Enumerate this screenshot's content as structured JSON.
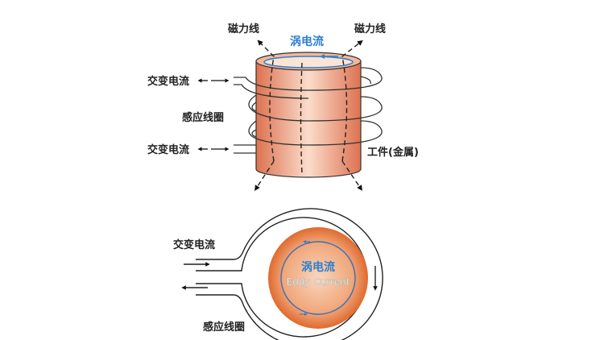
{
  "top_diagram": {
    "magnetic_line_left": "磁力线",
    "magnetic_line_right": "磁力线",
    "eddy_current": "涡电流",
    "ac_current_top": "交变电流",
    "induction_coil": "感应线圈",
    "ac_current_bottom": "交变电流",
    "workpiece": "工件(金属)"
  },
  "bottom_diagram": {
    "ac_current": "交变电流",
    "eddy_current_cn": "涡电流",
    "eddy_current_en": "Eddy Current",
    "induction_coil": "感应线圈"
  },
  "colors": {
    "copper": "#e8845a",
    "copper_light": "#f8d2bc",
    "disc_outer": "#e06a2e",
    "eddy_blue": "#2e7fd0"
  }
}
